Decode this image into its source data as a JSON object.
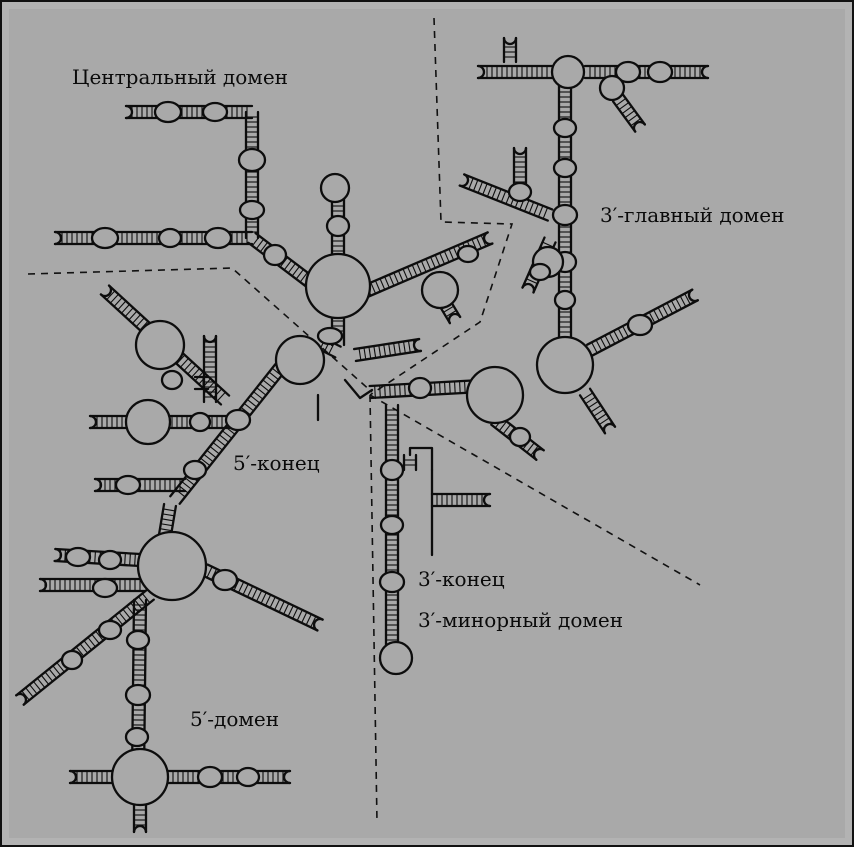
{
  "labels": {
    "central_domain": "Центральный домен",
    "major_3_domain": "3′-главный домен",
    "end_5": "5′-конец",
    "end_3": "3′-конец",
    "minor_3_domain": "3′-минорный домен",
    "domain_5": "5′-домен"
  },
  "colors": {
    "background": "#a9a9a9",
    "line": "#0d0d0d"
  }
}
